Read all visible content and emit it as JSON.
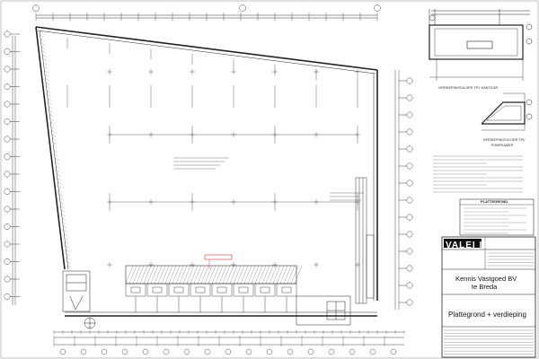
{
  "titleblock": {
    "logo": "VALEI IS",
    "client_line1": "Kennis Vastgoed BV",
    "client_line2": "te Breda",
    "drawing_title": "Plattegrond + verdieping"
  },
  "details": {
    "kantoor_caption": "VERDIEPINGSVLOER TPV KANTOOR",
    "pompkamer_caption_1": "VERDIEPINGSVLOER TPV",
    "pompkamer_caption_2": "POMPKAMER"
  },
  "notes": {
    "header": "PLATTEGROND"
  }
}
